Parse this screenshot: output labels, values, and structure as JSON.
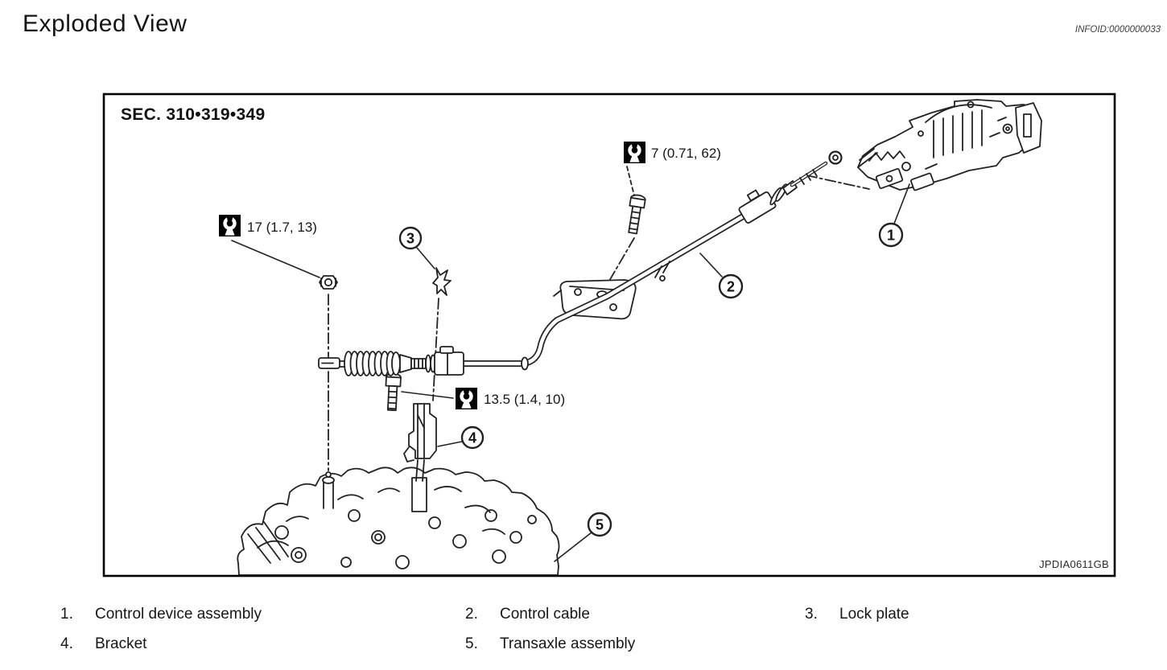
{
  "page": {
    "title": "Exploded View",
    "infoid": "INFOID:0000000033"
  },
  "colors": {
    "ink": "#1a1a1a",
    "paper": "#ffffff"
  },
  "figure": {
    "section_label": "SEC. 310•319•349",
    "figure_code": "JPDIA0611GB",
    "torque_icon": "wrench-torque-icon",
    "torque_specs": [
      {
        "target": "cable-bracket-bolt-upper",
        "value": "7 (0.71, 62)"
      },
      {
        "target": "adjuster-nut",
        "value": "17 (1.7, 13)"
      },
      {
        "target": "bracket-bolt-lower",
        "value": "13.5 (1.4, 10)"
      }
    ],
    "callouts": [
      {
        "num": "1"
      },
      {
        "num": "2"
      },
      {
        "num": "3"
      },
      {
        "num": "4"
      },
      {
        "num": "5"
      }
    ]
  },
  "legend": {
    "items": [
      {
        "num": "1.",
        "label": "Control device assembly"
      },
      {
        "num": "2.",
        "label": "Control cable"
      },
      {
        "num": "3.",
        "label": "Lock plate"
      },
      {
        "num": "4.",
        "label": "Bracket"
      },
      {
        "num": "5.",
        "label": "Transaxle assembly"
      }
    ]
  }
}
